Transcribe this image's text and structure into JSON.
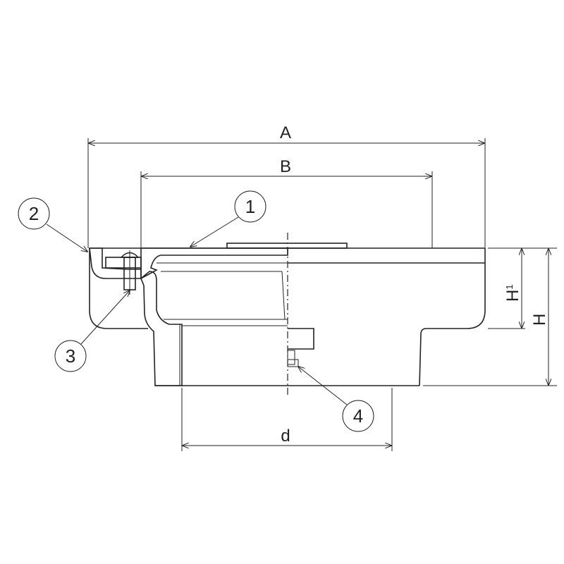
{
  "dimensions": {
    "A": "A",
    "B": "B",
    "H1_main": "H",
    "H1_sub": "1",
    "H": "H",
    "d": "d"
  },
  "callouts": [
    "1",
    "2",
    "3",
    "4"
  ]
}
